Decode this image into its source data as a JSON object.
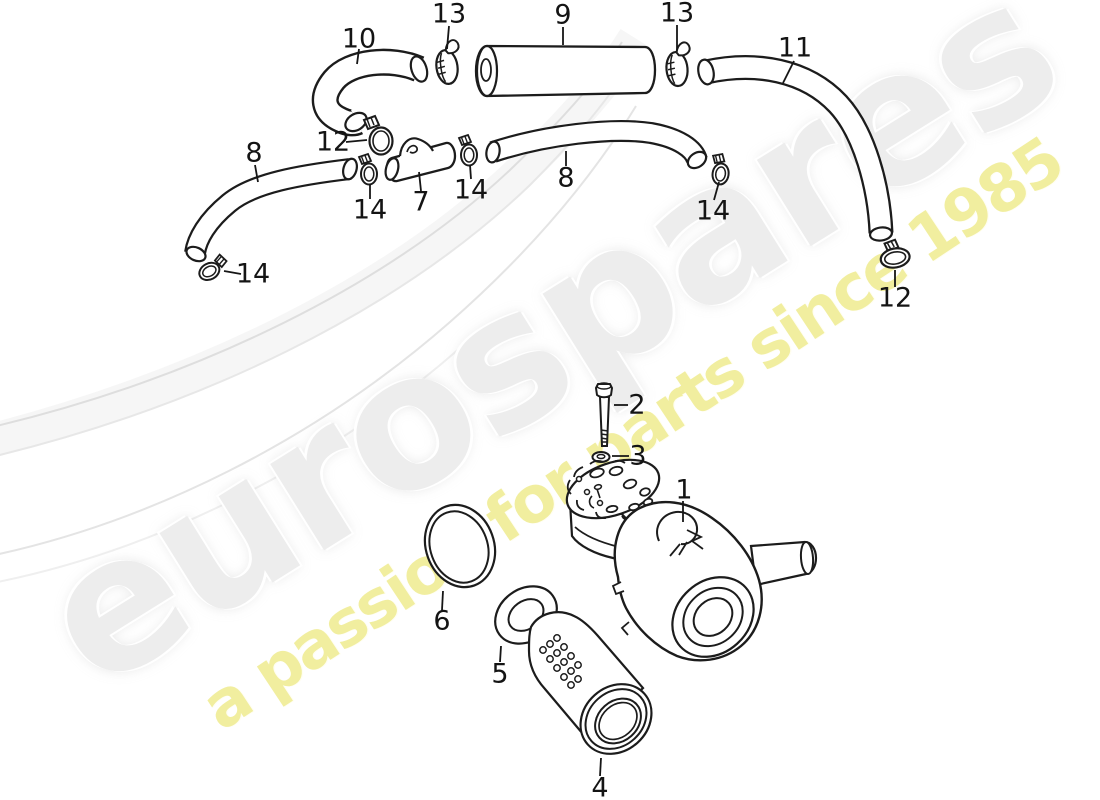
{
  "diagram": {
    "watermark": {
      "brand": "eurospares",
      "tagline": "a passion for parts since 1985",
      "brand_color": "#ededed",
      "tagline_color": "#f1ee9f"
    },
    "style": {
      "background": "#ffffff",
      "line_color": "#1c1c1c",
      "label_color": "#141414"
    },
    "callouts": [
      {
        "part": "10",
        "text": "10"
      },
      {
        "part": "13",
        "text": "13"
      },
      {
        "part": "9",
        "text": "9"
      },
      {
        "part": "13",
        "text": "13"
      },
      {
        "part": "11",
        "text": "11"
      },
      {
        "part": "8",
        "text": "8"
      },
      {
        "part": "12",
        "text": "12"
      },
      {
        "part": "14",
        "text": "14"
      },
      {
        "part": "7",
        "text": "7"
      },
      {
        "part": "14",
        "text": "14"
      },
      {
        "part": "8",
        "text": "8"
      },
      {
        "part": "14",
        "text": "14"
      },
      {
        "part": "14",
        "text": "14"
      },
      {
        "part": "12",
        "text": "12"
      },
      {
        "part": "2",
        "text": "2"
      },
      {
        "part": "3",
        "text": "3"
      },
      {
        "part": "1",
        "text": "1"
      },
      {
        "part": "6",
        "text": "6"
      },
      {
        "part": "5",
        "text": "5"
      },
      {
        "part": "4",
        "text": "4"
      }
    ]
  }
}
